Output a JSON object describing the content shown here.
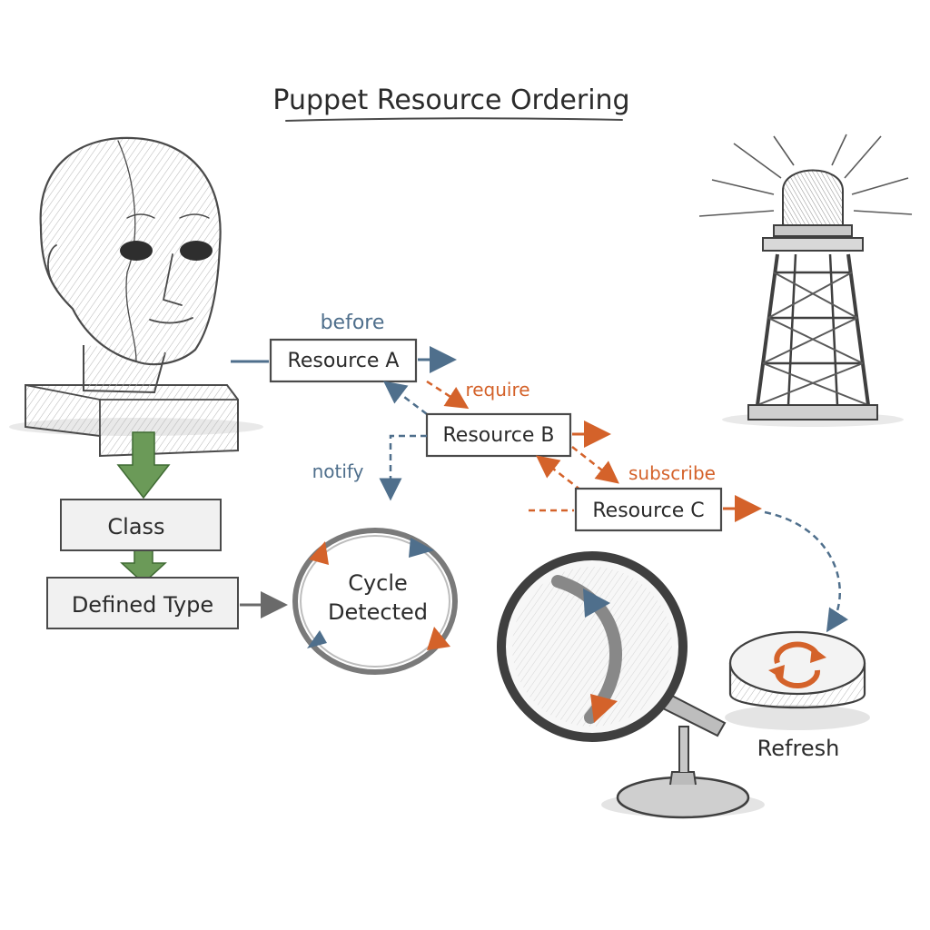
{
  "title": "Puppet Resource Ordering",
  "nodes": {
    "resource_a": "Resource A",
    "resource_b": "Resource B",
    "resource_c": "Resource C",
    "class": "Class",
    "defined_type": "Defined Type",
    "cycle_line1": "Cycle",
    "cycle_line2": "Detected",
    "refresh": "Refresh"
  },
  "edges": {
    "before": "before",
    "require": "require",
    "notify": "notify",
    "subscribe": "subscribe"
  },
  "colors": {
    "blue": "#4f6f8c",
    "orange": "#d4622a",
    "green": "#5e8f4e",
    "ink": "#4a4a4a"
  },
  "icons": {
    "head": "mannequin-head-icon",
    "tower": "beacon-tower-icon",
    "magnifier": "magnifying-glass-icon",
    "refresh": "refresh-icon"
  }
}
